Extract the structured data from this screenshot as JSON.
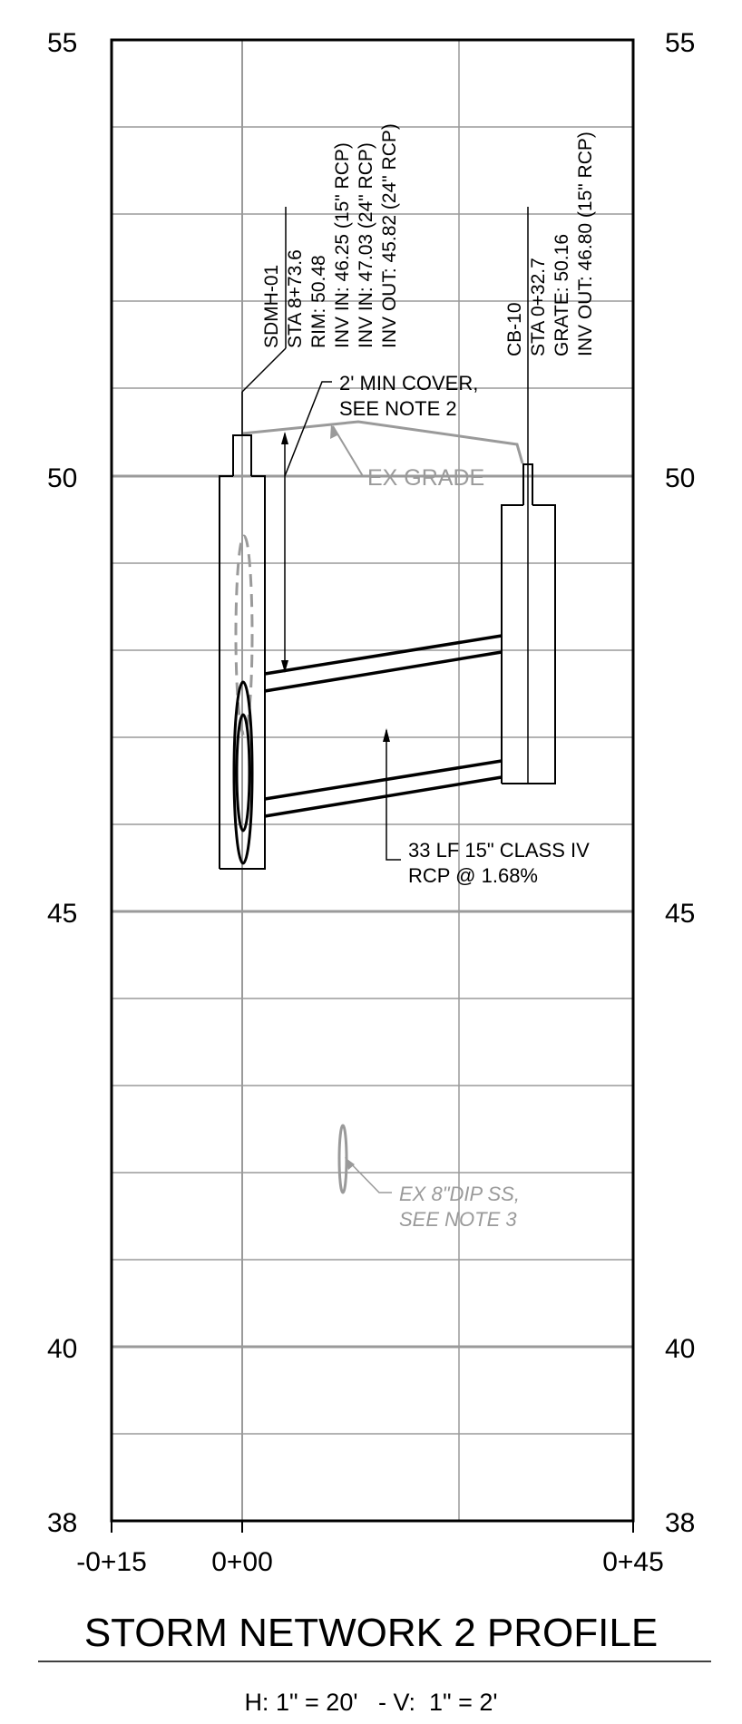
{
  "title": "STORM NETWORK 2 PROFILE",
  "scale": "H: 1\" = 20'   - V:  1\" = 2'",
  "axes": {
    "left_labels": [
      "55",
      "50",
      "45",
      "40",
      "38"
    ],
    "right_labels": [
      "55",
      "50",
      "45",
      "40",
      "38"
    ],
    "x_labels": [
      "-0+15",
      "0+00",
      "0+45"
    ]
  },
  "structures": {
    "sdmh": [
      "SDMH-01",
      "STA 8+73.6",
      "RIM: 50.48",
      "INV IN: 46.25 (15\" RCP)",
      "INV IN: 47.03 (24\" RCP)",
      "INV OUT: 45.82 (24\" RCP)"
    ],
    "cb": [
      "CB-10",
      "STA 0+32.7",
      "GRATE: 50.16",
      "INV OUT: 46.80 (15\" RCP)"
    ]
  },
  "annotations": {
    "cover_1": "2' MIN COVER,",
    "cover_2": "SEE NOTE 2",
    "ex_grade": "EX GRADE",
    "pipe_1": "33 LF 15\" CLASS IV",
    "pipe_2": "RCP @ 1.68%",
    "ss_1": "EX 8\"DIP SS,",
    "ss_2": "SEE NOTE 3"
  },
  "chart_data": {
    "type": "profile",
    "title": "STORM NETWORK 2 PROFILE",
    "x_ticks": [
      "-0+15",
      "0+00",
      "0+45"
    ],
    "x_range": [
      -15,
      45
    ],
    "y_range": [
      38,
      55
    ],
    "y_ticks": [
      38,
      40,
      45,
      50,
      55
    ],
    "grid": true,
    "colors": {
      "existing": "#9a9a9a",
      "proposed": "#000000"
    }
  }
}
